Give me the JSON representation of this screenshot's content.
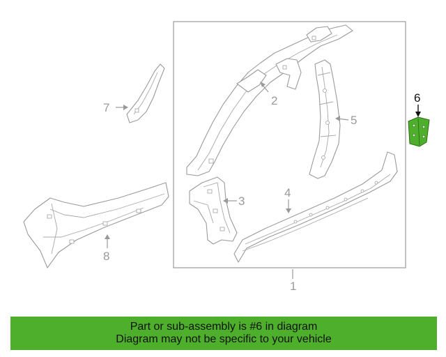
{
  "callouts": {
    "part1": "1",
    "part2": "2",
    "part3": "3",
    "part4": "4",
    "part5": "5",
    "part6": "6",
    "part7": "7",
    "part8": "8"
  },
  "highlight_color": "#4daf2b",
  "banner": {
    "line1": "Part or sub-assembly is #6 in diagram",
    "line2": "Diagram may not be specific to your vehicle"
  }
}
